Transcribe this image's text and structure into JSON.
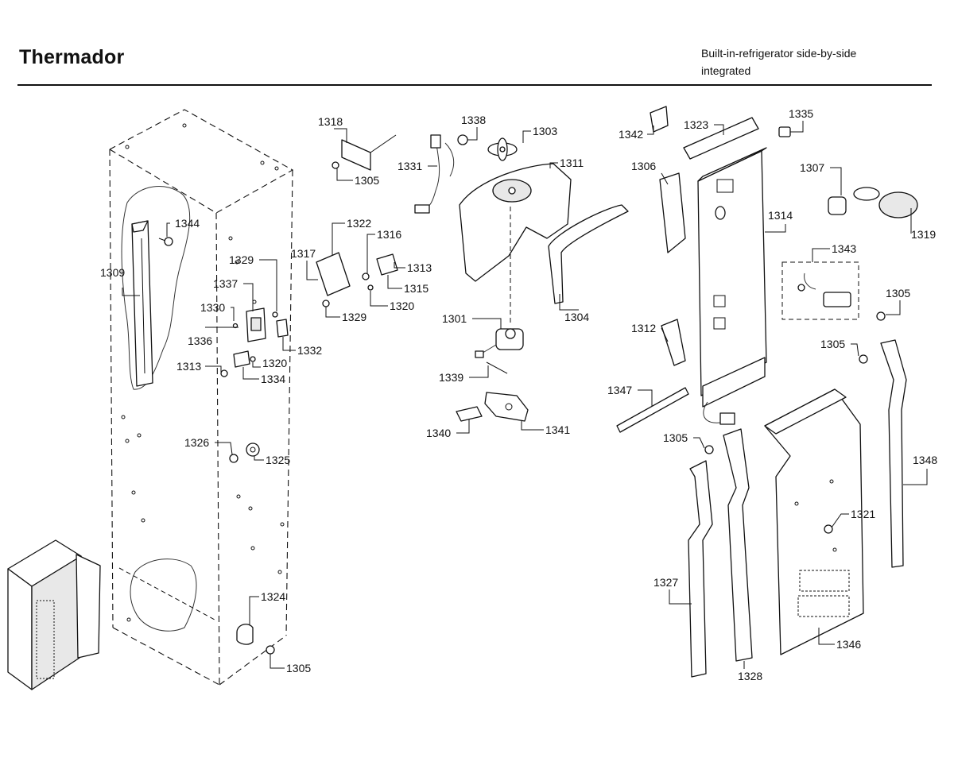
{
  "header": {
    "brand": "Thermador",
    "subtitle_line1": "Built-in-refrigerator side-by-side",
    "subtitle_line2": "integrated"
  },
  "callouts": {
    "c1301": "1301",
    "c1303": "1303",
    "c1304": "1304",
    "c1305a": "1305",
    "c1305b": "1305",
    "c1305c": "1305",
    "c1305d": "1305",
    "c1305e": "1305",
    "c1306": "1306",
    "c1307": "1307",
    "c1309": "1309",
    "c1311": "1311",
    "c1312": "1312",
    "c1313a": "1313",
    "c1313b": "1313",
    "c1314": "1314",
    "c1315": "1315",
    "c1316": "1316",
    "c1317": "1317",
    "c1318": "1318",
    "c1319": "1319",
    "c1320a": "1320",
    "c1320b": "1320",
    "c1321": "1321",
    "c1322": "1322",
    "c1323": "1323",
    "c1324": "1324",
    "c1325": "1325",
    "c1326": "1326",
    "c1327": "1327",
    "c1328": "1328",
    "c1329a": "1329",
    "c1329b": "1329",
    "c1330": "1330",
    "c1331": "1331",
    "c1332": "1332",
    "c1334": "1334",
    "c1335": "1335",
    "c1336": "1336",
    "c1337": "1337",
    "c1338": "1338",
    "c1339": "1339",
    "c1340": "1340",
    "c1341": "1341",
    "c1342": "1342",
    "c1343": "1343",
    "c1344": "1344",
    "c1346": "1346",
    "c1347": "1347",
    "c1348": "1348"
  }
}
